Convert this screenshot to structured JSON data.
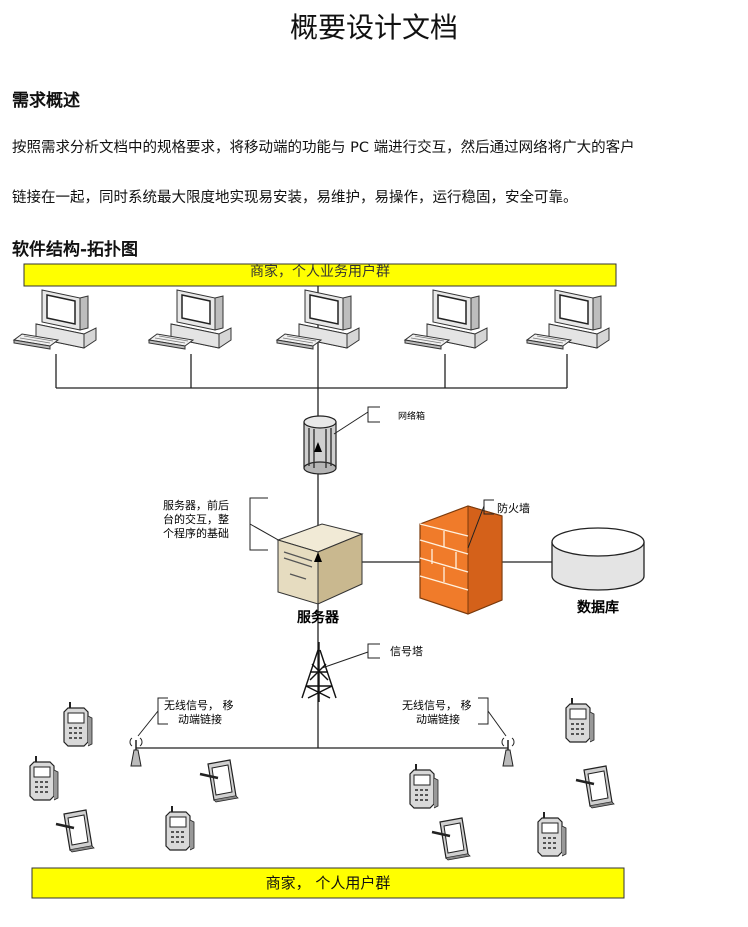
{
  "doc_title": "概要设计文档",
  "sections": [
    {
      "heading": "需求概述",
      "paragraph_lines": [
        "按照需求分析文档中的规格要求，将移动端的功能与  PC  端进行交互，然后通过网络将广大的客户",
        "链接在一起，同时系统最大限度地实现易安装，易维护，易操作，运行稳固，安全可靠。"
      ]
    },
    {
      "heading": "软件结构-拓扑图"
    }
  ],
  "diagram": {
    "top_banner_text": "商家，个人业务用户群",
    "router_label": "网络箱",
    "server_note_lines": [
      "服务器，前后",
      "台的交互，整",
      "个程序的基础"
    ],
    "server_label": "服务器",
    "firewall_label": "防火墙",
    "database_label": "数据库",
    "tower_label": "信号塔",
    "left_antenna_note_lines": [
      "无线信号，  移",
      "动端链接"
    ],
    "right_antenna_note_lines": [
      "无线信号，  移",
      "动端链接"
    ],
    "bottom_banner_text": "商家，  个人用户群",
    "colors": {
      "banner": "#ffff00",
      "firewall": "#f07b2a",
      "server": "#e6dcc0"
    }
  }
}
